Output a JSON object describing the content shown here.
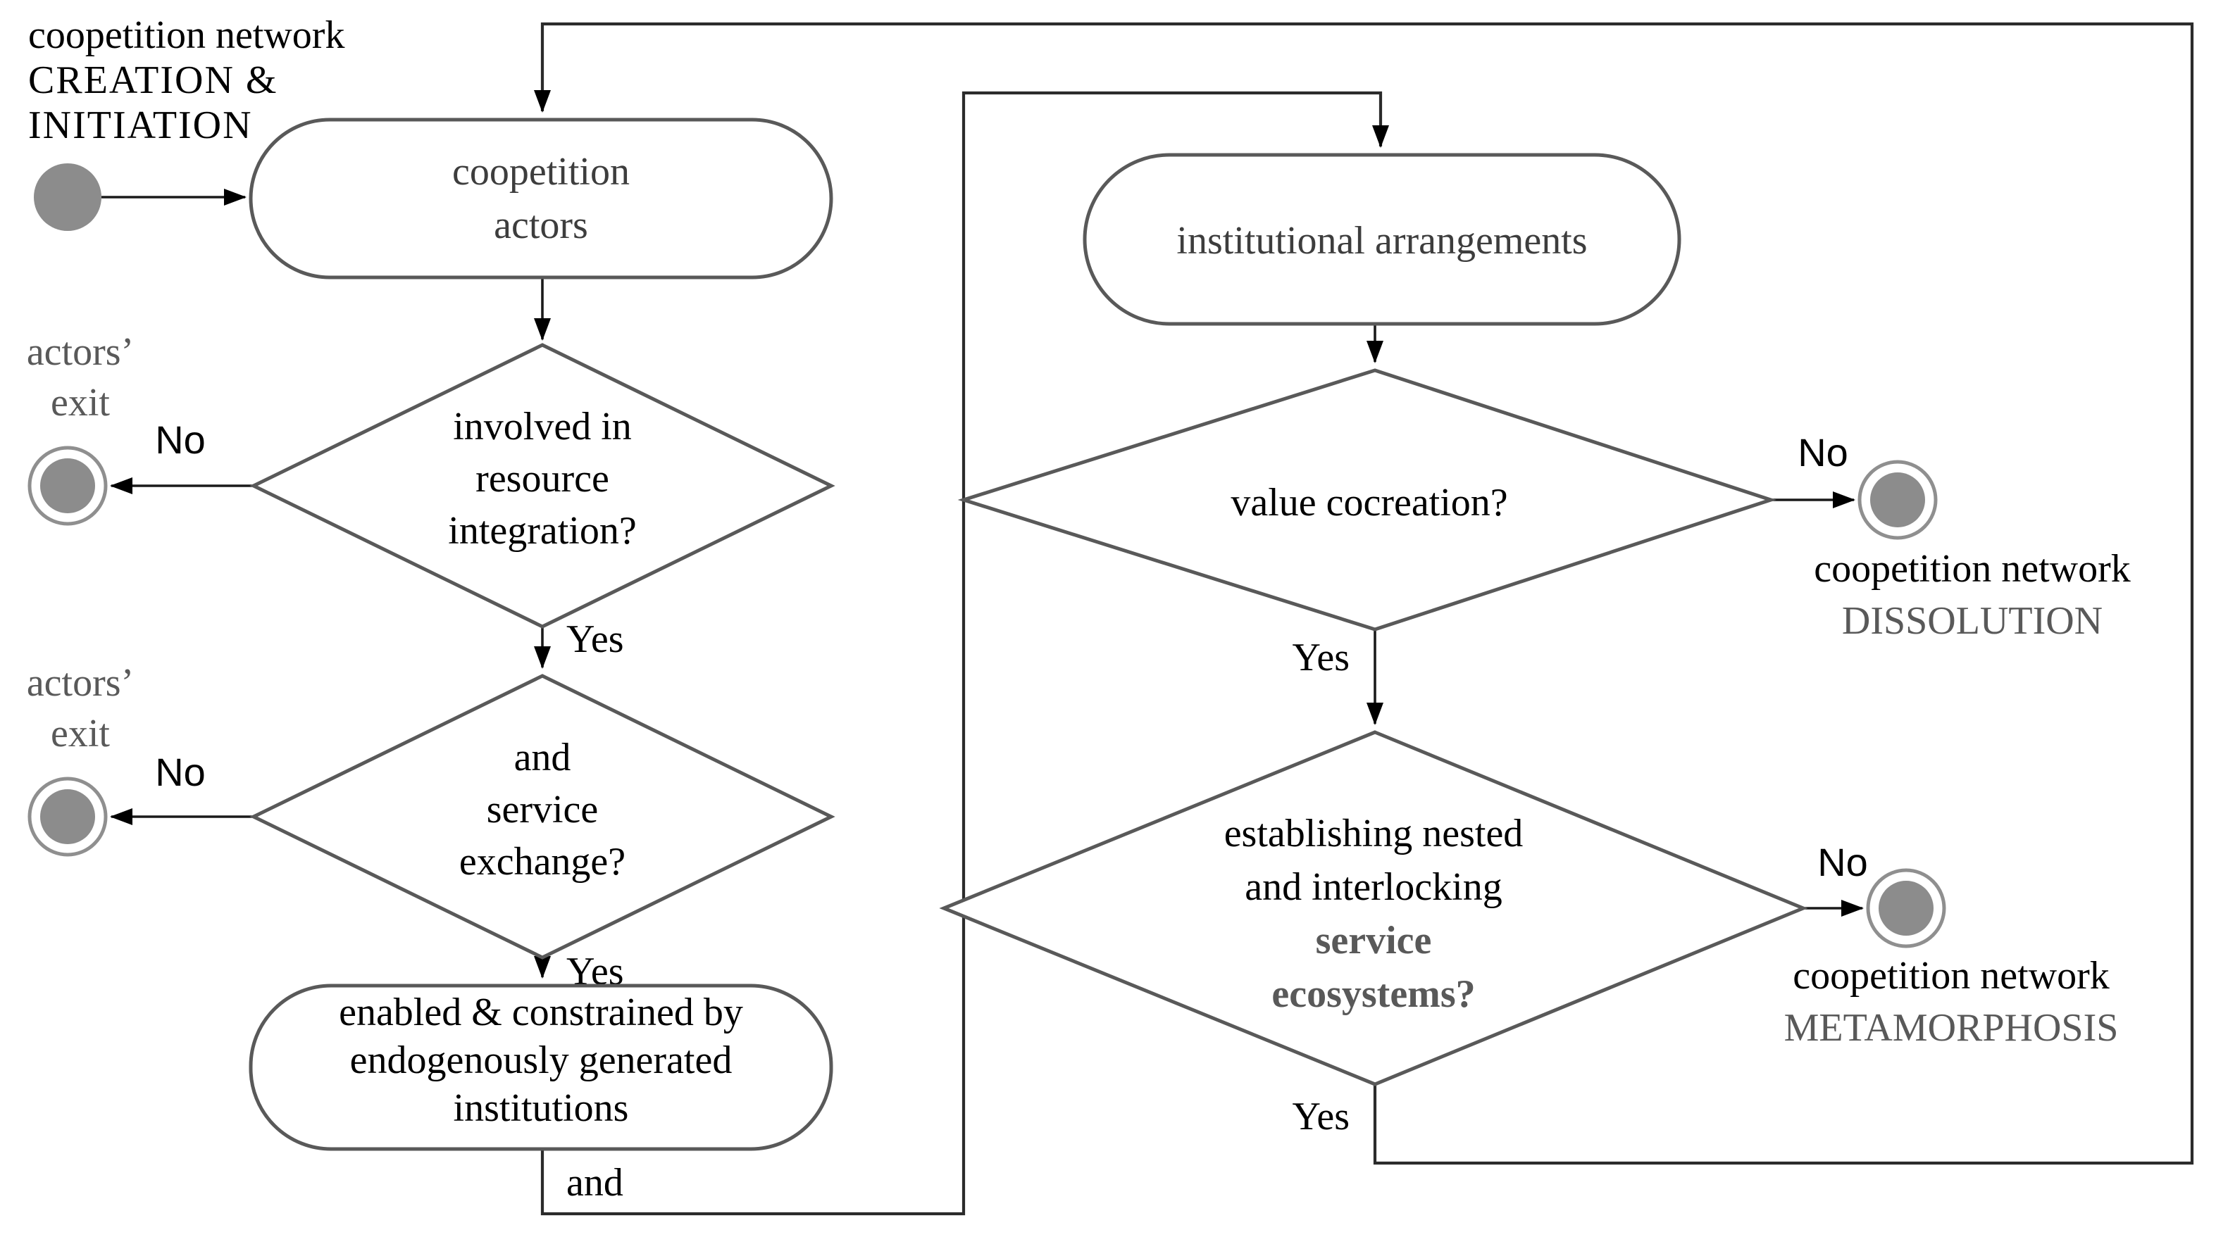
{
  "colors": {
    "shape_border": "#595959",
    "connector": "#1a1a1a",
    "node_fill_gray": "#8c8c8c",
    "gray_text": "#595959",
    "dark_text": "#3d3d3d",
    "black_text": "#000000",
    "background": "#ffffff"
  },
  "start": {
    "label": {
      "line1": "coopetition network",
      "line2": "CREATION &",
      "line3": "INITIATION"
    }
  },
  "activities": {
    "coopetition_actors": {
      "line1": "coopetition",
      "line2": "actors"
    },
    "enabled_institutions": {
      "line1": "enabled & constrained by",
      "line2": "endogenously generated",
      "line3": "institutions"
    },
    "institutional_arrangements": {
      "label": "institutional arrangements"
    }
  },
  "decisions": {
    "resource_integration": {
      "line1": "involved in",
      "line2": "resource",
      "line3": "integration?"
    },
    "service_exchange": {
      "line1": "and",
      "line2": "service",
      "line3": "exchange?"
    },
    "value_cocreation": {
      "label": "value cocreation?"
    },
    "service_ecosystems": {
      "line1": "establishing nested",
      "line2": "and interlocking",
      "line3": "service",
      "line4": "ecosystems?"
    }
  },
  "terminals": {
    "actors_exit_top": {
      "line1": "actors’",
      "line2": "exit"
    },
    "actors_exit_bottom": {
      "line1": "actors’",
      "line2": "exit"
    },
    "dissolution": {
      "line1": "coopetition network",
      "line2": "DISSOLUTION"
    },
    "metamorphosis": {
      "line1": "coopetition network",
      "line2": "METAMORPHOSIS"
    }
  },
  "edge_labels": {
    "no_resource": "No",
    "yes_resource": "Yes",
    "no_exchange": "No",
    "yes_exchange": "Yes",
    "no_cocreation": "No",
    "yes_cocreation": "Yes",
    "no_ecosystems": "No",
    "yes_ecosystems": "Yes",
    "and_connector": "and"
  }
}
